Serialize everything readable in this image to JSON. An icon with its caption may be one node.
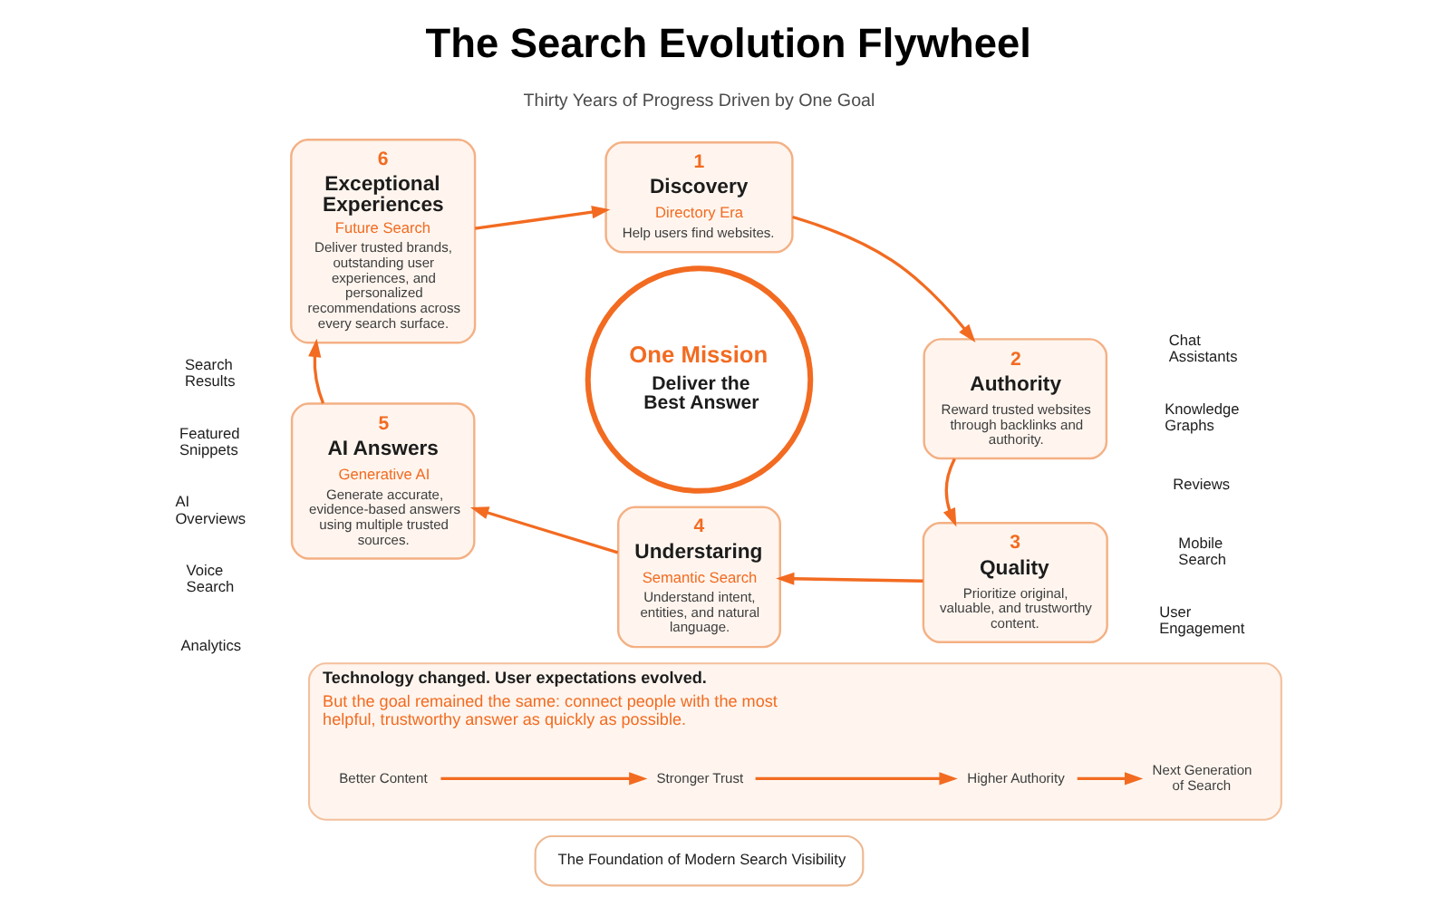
{
  "diagram": {
    "title": "The Search Evolution Flywheel",
    "nodes": [
      {
        "text": [
          "1",
          "Discovery",
          "Directory Era",
          "Help users find websites."
        ]
      },
      {
        "text": [
          "2",
          "Authority",
          "Reward trusted websites through backlinks and authority."
        ]
      },
      {
        "text": [
          "3",
          "Quality",
          "Prioritize original, valuable, and trustworthy content."
        ]
      },
      {
        "text": [
          "4",
          "Understaring",
          "Semantic Search",
          "Understand intent, entities, and natural language."
        ]
      },
      {
        "text": [
          "5",
          "AI Answers",
          "Generative AI",
          "Generate accurate, evidence-based answers using multiple trusted sources."
        ]
      },
      {
        "text": [
          "6",
          "Exceptional Experiences",
          "Future Search",
          "Deliver trusted brands, outstanding user experiences, and personalized recommendations across every search surface."
        ]
      },
      {
        "text": [
          "One Mission",
          "Deliver the Best Answer"
        ]
      },
      {
        "text": [
          "Technology changed. User expectations evolved.",
          "But the goal remained the same: connect people with the most helpful, trustworthy answer as quickly as possible."
        ]
      },
      {
        "text": [
          "Better Content"
        ],
        "in": 7
      },
      {
        "text": [
          "Stronger Trust"
        ],
        "in": 7
      },
      {
        "text": [
          "Higher Authority"
        ],
        "in": 7
      },
      {
        "text": [
          "Next Generation of Search"
        ],
        "in": 7
      },
      {
        "text": [
          "The Foundation of Modern Search Visibility"
        ]
      }
    ],
    "edges": [
      {
        "from": 0,
        "to": 1,
        "arrow": "to"
      },
      {
        "from": 1,
        "to": 2,
        "arrow": "to"
      },
      {
        "from": 2,
        "to": 3,
        "arrow": "to"
      },
      {
        "from": 3,
        "to": 4,
        "arrow": "to"
      },
      {
        "from": 4,
        "to": 5,
        "arrow": "to"
      },
      {
        "from": 5,
        "to": 0,
        "arrow": "to"
      },
      {
        "from": 8,
        "to": 9,
        "arrow": "to"
      },
      {
        "from": 9,
        "to": 10,
        "arrow": "to"
      },
      {
        "from": 10,
        "to": 11,
        "arrow": "to"
      }
    ],
    "labels": [
      "Thirty Years of Progress Driven by One Goal",
      "Search Results",
      "Featured Snippets",
      "AI Overviews",
      "Voice Search",
      "Analytics",
      "Chat Assistants",
      "Knowledge Graphs",
      "Reviews",
      "Mobile Search",
      "User Engagement"
    ]
  }
}
